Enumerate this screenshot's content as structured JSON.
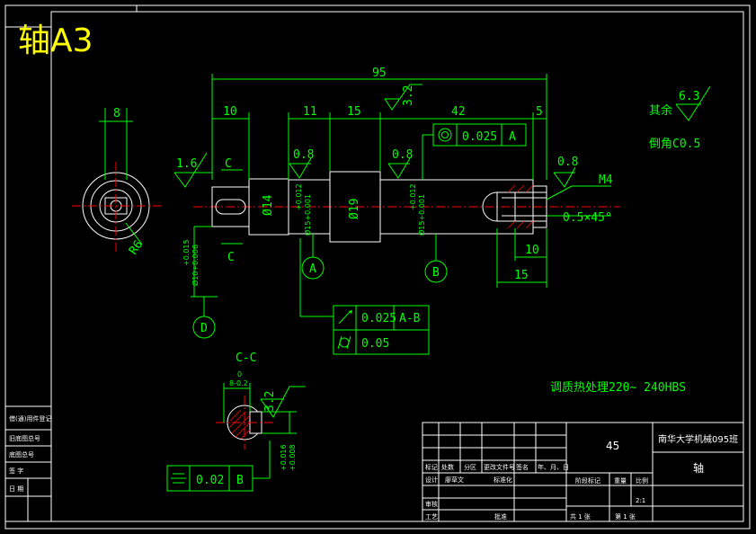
{
  "drawing_title": "轴A3",
  "dims": {
    "overall_length": "95",
    "d8": "8",
    "d10": "10",
    "d11": "11",
    "d15": "15",
    "d42": "42",
    "d5": "5",
    "d10b": "10",
    "d15b": "15",
    "dia14": "Ø14",
    "dia19": "Ø19",
    "dia15a": "Ø15+0.001",
    "tol15a": "+0.012",
    "dia15b": "Ø15+0.001",
    "tol15b": "+0.012",
    "dia10": "Ø10+0.006",
    "tol10": "+0.015",
    "r6": "R6",
    "m4": "M4",
    "chamfer": "0.5×45°",
    "cc_d0": "0",
    "cc_d8": "8-0.2",
    "cc_tol_a": "+0.016",
    "cc_tol_b": "+0.008"
  },
  "roughness": {
    "r32_top": "3.2",
    "r16": "1.6",
    "r08a": "0.8",
    "r08b": "0.8",
    "r08c": "0.8",
    "r32_cc": "3.2",
    "rest_label": "其余",
    "rest_value": "6.3"
  },
  "labels": {
    "c_top": "C",
    "c_bot": "C",
    "a": "A",
    "b": "B",
    "d": "D",
    "cc": "C-C",
    "chamfer_note": "倒角C0.5",
    "heat_treatment": "调质热处理220~ 240HBS"
  },
  "tolerance_frames": {
    "coax_value": "0.025",
    "coax_datum": "A",
    "runout_value": "0.025",
    "runout_datum": "A-B",
    "cyl_value": "0.05",
    "sym_value": "0.02",
    "sym_datum": "B"
  },
  "title_block": {
    "material": "45",
    "school": "南华大学机械095班",
    "part_name": "轴",
    "scale": "2:1",
    "stage_mark": "阶段标记",
    "weight": "重量",
    "scale_label": "比例",
    "mark": "标记",
    "count": "处数",
    "zone": "分区",
    "doc_no": "更改文件号",
    "sign": "签名",
    "date": "年、月、日",
    "design": "设计",
    "designer": "廖草文",
    "std": "标准化",
    "review": "审核",
    "process": "工艺",
    "approve": "批准",
    "sheets_total": "共 1 张",
    "sheet_no": "第 1 张"
  },
  "side_block": {
    "r1": "借(通)用件登记",
    "r2": "旧底图总号",
    "r3": "底图总号",
    "r4": "签 字",
    "r5": "日 期"
  }
}
